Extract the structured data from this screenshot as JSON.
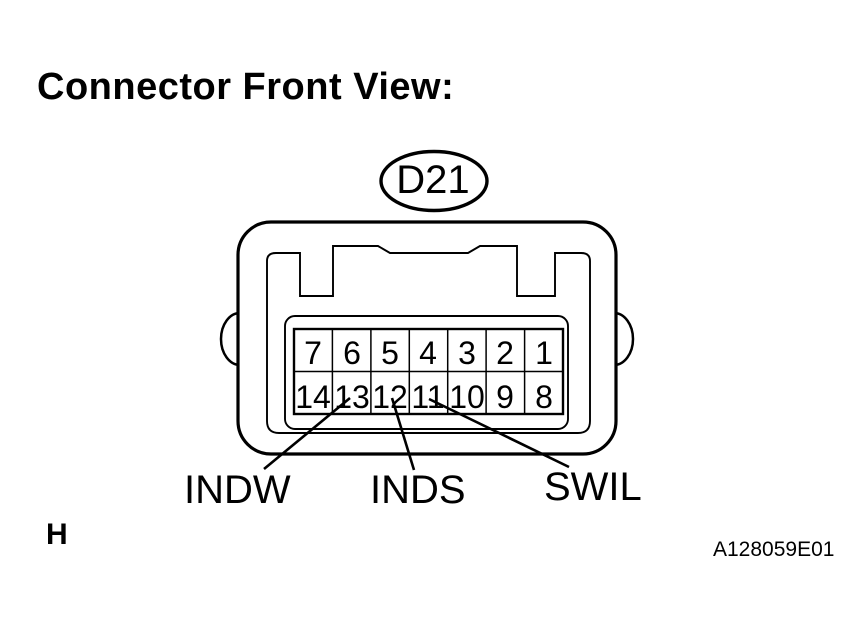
{
  "page": {
    "background_color": "#ffffff",
    "ink_color": "#000000"
  },
  "title": "Connector Front View:",
  "connector": {
    "id_label": "D21",
    "pin_rows": {
      "top": [
        "7",
        "6",
        "5",
        "4",
        "3",
        "2",
        "1"
      ],
      "bottom": [
        "14",
        "13",
        "12",
        "11",
        "10",
        "9",
        "8"
      ]
    },
    "pin_annotations": [
      {
        "pin": "13",
        "label": "INDW"
      },
      {
        "pin": "12",
        "label": "INDS"
      },
      {
        "pin": "11",
        "label": "SWIL"
      }
    ]
  },
  "footer": {
    "section_marker": "H",
    "figure_code": "A128059E01"
  }
}
